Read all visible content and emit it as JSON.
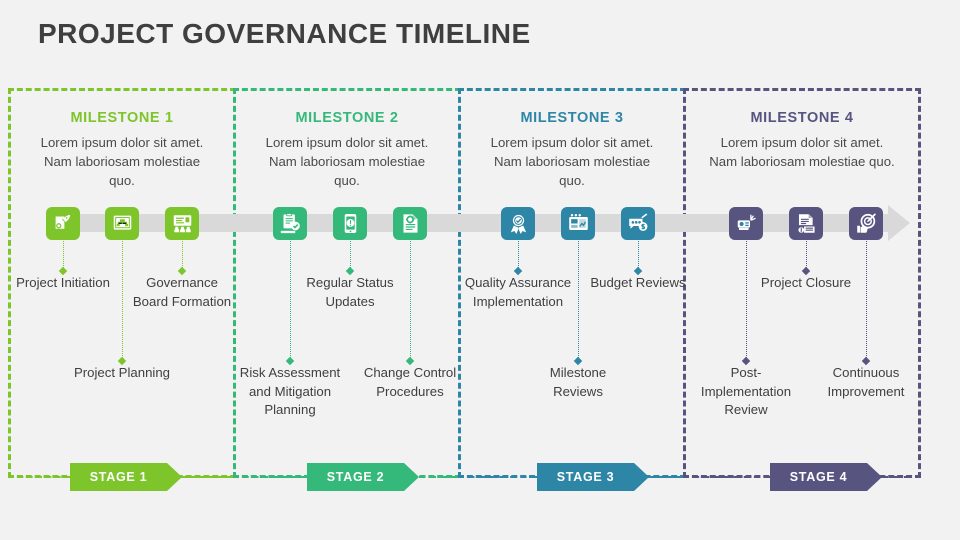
{
  "page": {
    "title": "PROJECT GOVERNANCE TIMELINE",
    "background": "#f2f2f2",
    "title_color": "#3f3f3f",
    "timeline_bar_color": "#d9d9d9"
  },
  "milestones": [
    {
      "title": "MILESTONE 1",
      "description": "Lorem ipsum dolor sit amet. Nam laboriosam molestiae quo.",
      "color": "#7DC52A",
      "stage": {
        "label": "STAGE 1"
      },
      "events": [
        {
          "label": "Project Initiation",
          "icon": "rocket-launch-icon",
          "position": "upper"
        },
        {
          "label": "Project Planning",
          "icon": "blueprint-plan-icon",
          "position": "lower"
        },
        {
          "label": "Governance Board Formation",
          "icon": "board-meeting-icon",
          "position": "upper"
        }
      ]
    },
    {
      "title": "MILESTONE 2",
      "description": "Lorem ipsum dolor sit amet. Nam laboriosam molestiae quo.",
      "color": "#34B97A",
      "stage": {
        "label": "STAGE 2"
      },
      "events": [
        {
          "label": "Risk Assessment and Mitigation Planning",
          "icon": "risk-clipboard-icon",
          "position": "lower"
        },
        {
          "label": "Regular Status Updates",
          "icon": "mobile-alert-icon",
          "position": "upper"
        },
        {
          "label": "Change Control Procedures",
          "icon": "gear-document-icon",
          "position": "lower"
        }
      ]
    },
    {
      "title": "MILESTONE 3",
      "description": "Lorem ipsum dolor sit amet. Nam laboriosam molestiae quo.",
      "color": "#2E86A6",
      "stage": {
        "label": "STAGE 3"
      },
      "events": [
        {
          "label": "Quality Assurance Implementation",
          "icon": "quality-badge-icon",
          "position": "upper"
        },
        {
          "label": "Milestone Reviews",
          "icon": "milestone-chart-icon",
          "position": "lower"
        },
        {
          "label": "Budget Reviews",
          "icon": "budget-coin-icon",
          "position": "upper"
        }
      ]
    },
    {
      "title": "MILESTONE 4",
      "description": "Lorem ipsum dolor sit amet. Nam laboriosam molestiae quo.",
      "color": "#575580",
      "stage": {
        "label": "STAGE 4"
      },
      "events": [
        {
          "label": "Post-Implementation Review",
          "icon": "review-projector-icon",
          "position": "lower"
        },
        {
          "label": "Project Closure",
          "icon": "closure-invoice-icon",
          "position": "upper"
        },
        {
          "label": "Continuous Improvement",
          "icon": "improvement-target-icon",
          "position": "lower"
        }
      ]
    }
  ]
}
